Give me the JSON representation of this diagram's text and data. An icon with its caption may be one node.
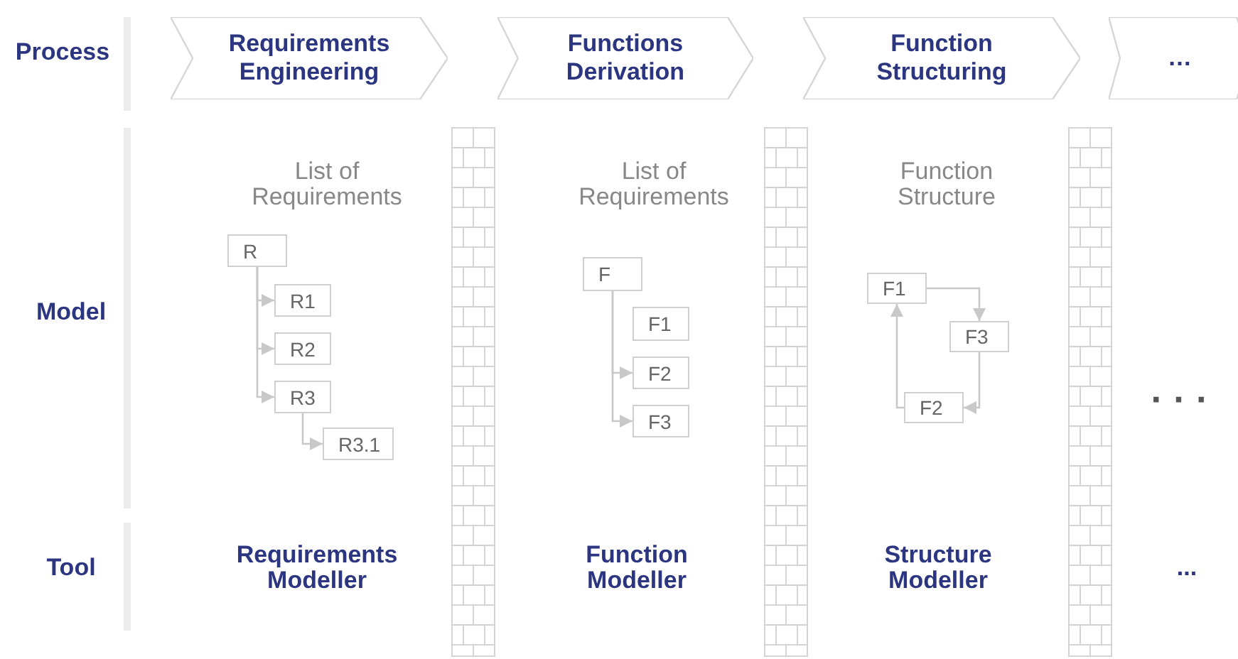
{
  "diagram": {
    "nodes": [
      {
        "text": [
          "Requirements Engineering"
        ]
      },
      {
        "text": [
          "Functions Derivation"
        ]
      },
      {
        "text": [
          "Function Structuring"
        ]
      },
      {
        "text": [
          "…"
        ]
      },
      {
        "text": [
          "R"
        ]
      },
      {
        "text": [
          "R1"
        ]
      },
      {
        "text": [
          "R2"
        ]
      },
      {
        "text": [
          "R3"
        ]
      },
      {
        "text": [
          "R3.1"
        ]
      },
      {
        "text": [
          "F"
        ]
      },
      {
        "text": [
          "F1"
        ]
      },
      {
        "text": [
          "F2"
        ]
      },
      {
        "text": [
          "F3"
        ]
      },
      {
        "text": [
          "F1"
        ]
      },
      {
        "text": [
          "F3"
        ]
      },
      {
        "text": [
          "F2"
        ]
      }
    ],
    "edges": [
      {
        "from": 4,
        "to": 5,
        "arrow": "to"
      },
      {
        "from": 4,
        "to": 6,
        "arrow": "to"
      },
      {
        "from": 4,
        "to": 7,
        "arrow": "to"
      },
      {
        "from": 7,
        "to": 8,
        "arrow": "to"
      },
      {
        "from": 9,
        "to": 11,
        "arrow": "to"
      },
      {
        "from": 9,
        "to": 12,
        "arrow": "to"
      },
      {
        "from": 13,
        "to": 14,
        "arrow": "to"
      },
      {
        "from": 14,
        "to": 15,
        "arrow": "to"
      },
      {
        "from": 15,
        "to": 13,
        "arrow": "to"
      }
    ],
    "labels": [
      "Process",
      "List of Requirements",
      "List of Requirements",
      "Function Structure",
      "Model",
      "· · ·",
      "Tool",
      "Requirements Modeller",
      "Function Modeller",
      "Structure Modeller",
      "..."
    ]
  }
}
